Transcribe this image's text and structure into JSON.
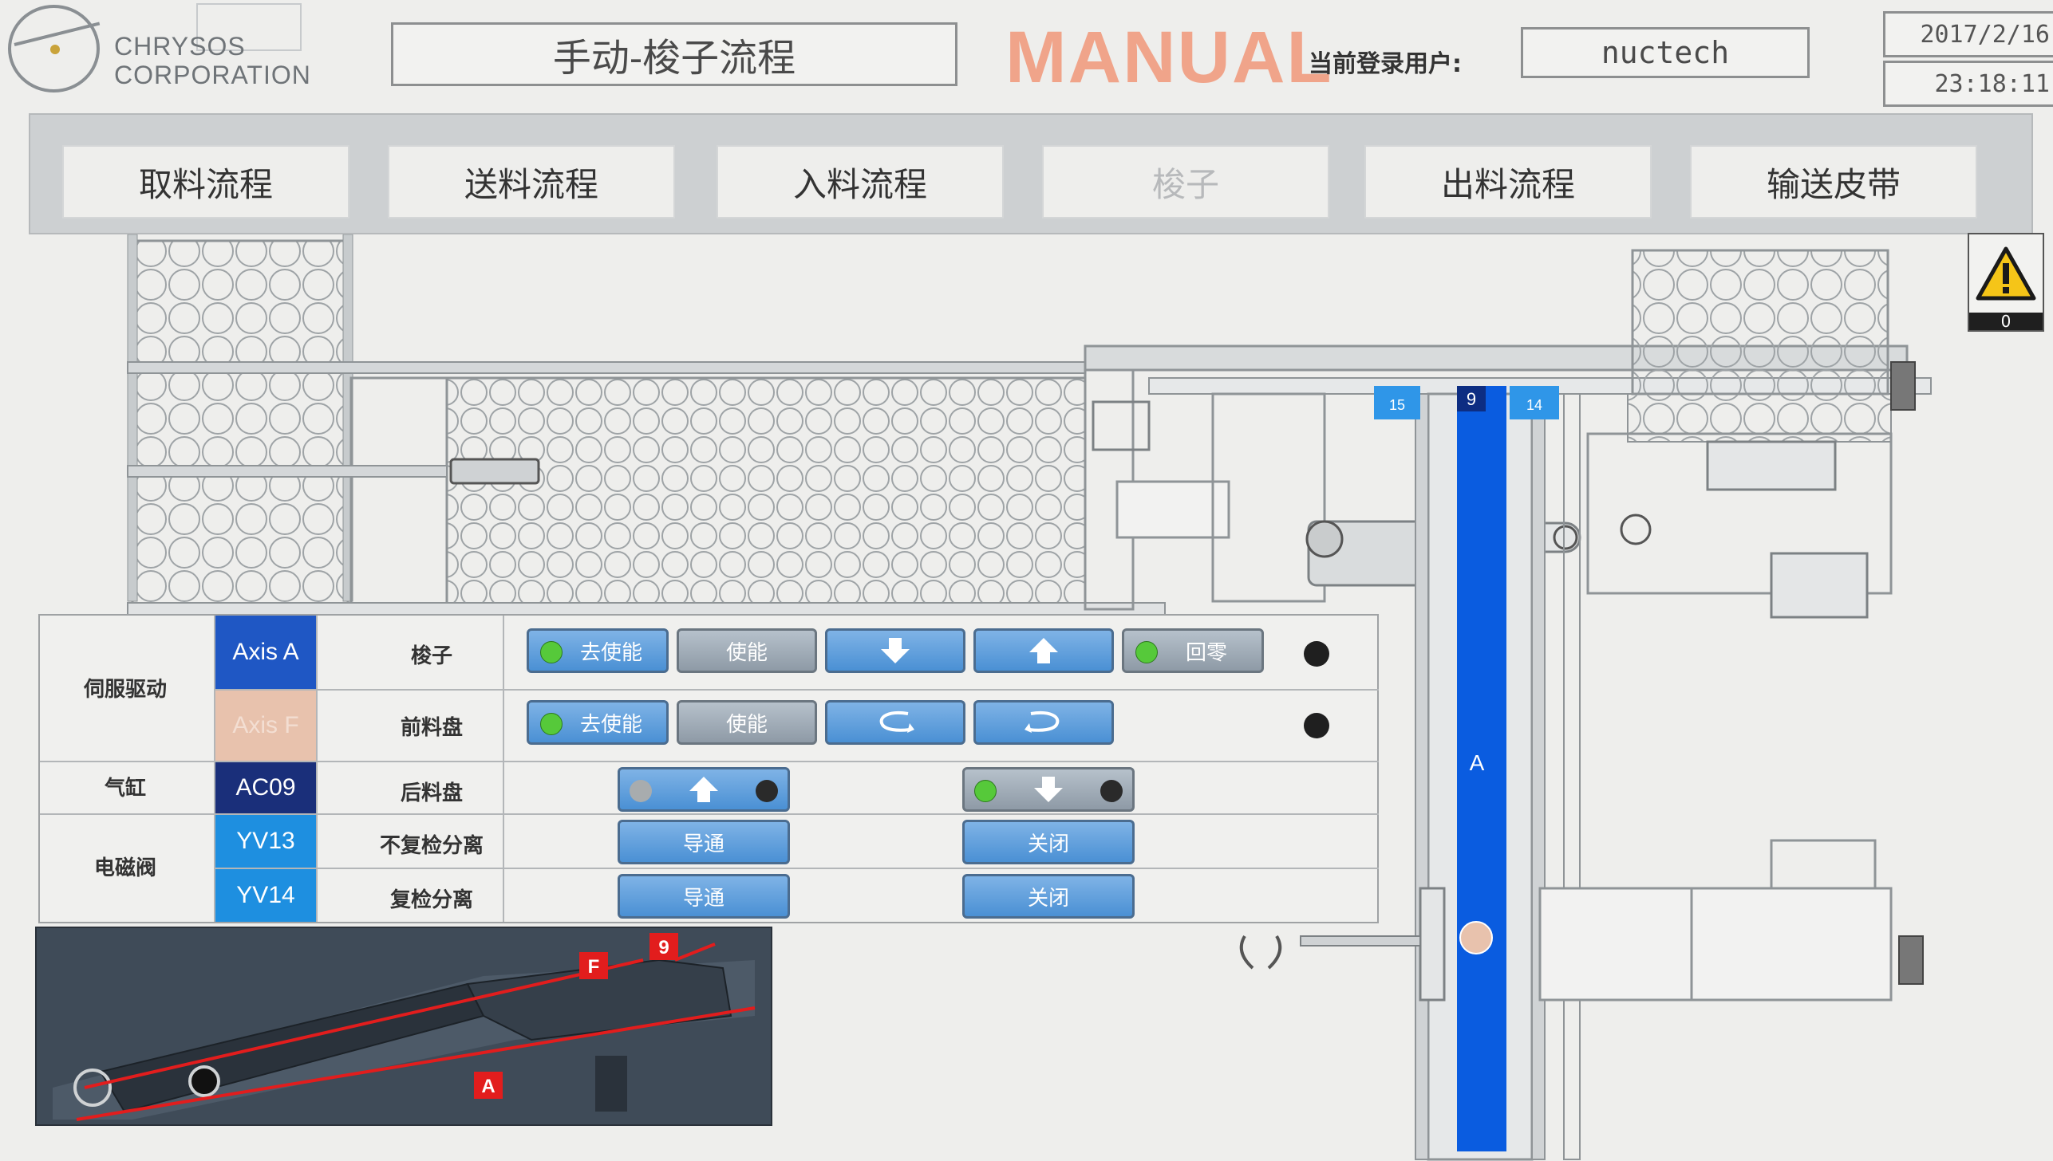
{
  "header": {
    "logo_line1": "CHRYSOS",
    "logo_line2": "CORPORATION",
    "page_title": "手动-梭子流程",
    "mode": "MANUAL",
    "user_label": "当前登录用户:",
    "user_name": "nuctech",
    "date": "2017/2/16",
    "time": "23:18:11"
  },
  "tabs": [
    {
      "label": "取料流程"
    },
    {
      "label": "送料流程"
    },
    {
      "label": "入料流程"
    },
    {
      "label": "梭子",
      "active": true
    },
    {
      "label": "出料流程"
    },
    {
      "label": "输送皮带"
    }
  ],
  "warning": {
    "icon": "warning-triangle-icon",
    "count": "0"
  },
  "diagram": {
    "position_tags": [
      "15",
      "9",
      "14"
    ],
    "axis_label": "A"
  },
  "controls": {
    "categories": {
      "servo": "伺服驱动",
      "cylinder": "气缸",
      "solenoid": "电磁阀"
    },
    "rows": [
      {
        "tag": "Axis A",
        "tag_color": "#1f57c4",
        "name": "梭子",
        "buttons": {
          "disable": "去使能",
          "enable": "使能",
          "down_icon": "arrow-down-icon",
          "up_icon": "arrow-up-icon",
          "home": "回零"
        }
      },
      {
        "tag": "Axis F",
        "tag_color": "#e8c2ad",
        "name": "前料盘",
        "buttons": {
          "disable": "去使能",
          "enable": "使能",
          "ccw_icon": "rotate-ccw-icon",
          "cw_icon": "rotate-cw-icon"
        }
      },
      {
        "tag": "AC09",
        "tag_color": "#1a2f7a",
        "name": "后料盘",
        "buttons": {
          "up_icon": "arrow-up-icon",
          "down_icon": "arrow-down-icon"
        }
      },
      {
        "tag": "YV13",
        "tag_color": "#1e8fe0",
        "name": "不复检分离",
        "buttons": {
          "open": "导通",
          "close": "关闭"
        }
      },
      {
        "tag": "YV14",
        "tag_color": "#1e8fe0",
        "name": "复检分离",
        "buttons": {
          "open": "导通",
          "close": "关闭"
        }
      }
    ]
  },
  "inset": {
    "label_f": "F",
    "label_9": "9",
    "label_a": "A"
  }
}
